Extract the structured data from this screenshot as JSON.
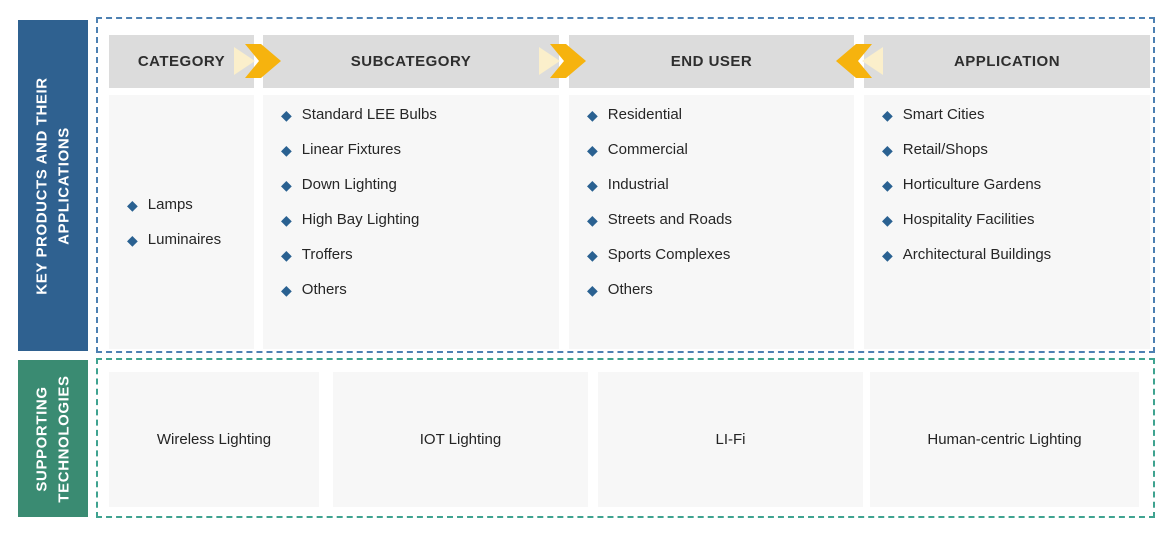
{
  "sections": {
    "key_products": {
      "side_label": "KEY PRODUCTS AND THEIR APPLICATIONS",
      "side_label_lines": [
        "KEY PRODUCTS AND THEIR",
        "APPLICATIONS"
      ],
      "columns": [
        {
          "header": "CATEGORY",
          "items": [
            "Lamps",
            "Luminaires"
          ]
        },
        {
          "header": "SUBCATEGORY",
          "items": [
            "Standard LEE Bulbs",
            "Linear Fixtures",
            "Down Lighting",
            "High Bay Lighting",
            "Troffers",
            "Others"
          ]
        },
        {
          "header": "END USER",
          "items": [
            "Residential",
            "Commercial",
            "Industrial",
            "Streets and Roads",
            "Sports Complexes",
            "Others"
          ]
        },
        {
          "header": "APPLICATION",
          "items": [
            "Smart Cities",
            "Retail/Shops",
            "Horticulture Gardens",
            "Hospitality Facilities",
            "Architectural Buildings"
          ]
        }
      ],
      "arrows": [
        {
          "from": "CATEGORY",
          "to": "SUBCATEGORY",
          "direction": "right"
        },
        {
          "from": "SUBCATEGORY",
          "to": "END USER",
          "direction": "right"
        },
        {
          "from": "APPLICATION",
          "to": "END USER",
          "direction": "left"
        }
      ]
    },
    "supporting_technologies": {
      "side_label": "SUPPORTING TECHNOLOGIES",
      "side_label_lines": [
        "SUPPORTING",
        "TECHNOLOGIES"
      ],
      "items": [
        "Wireless Lighting",
        "IOT Lighting",
        "LI-Fi",
        "Human-centric Lighting"
      ]
    }
  },
  "icons": {
    "diamond_bullet": "◆"
  },
  "colors": {
    "key_products_sidebar": "#2F6190",
    "supporting_sidebar": "#3A8B72",
    "top_dashed_border": "#4D80B2",
    "bottom_dashed_border": "#3FA390",
    "column_header_background": "#DCDCDC",
    "panel_background": "#F7F7F7",
    "bullet": "#2A6191",
    "arrow_gold": "#F6B30E",
    "arrow_pale": "#FBEFCB",
    "text": "#262626"
  }
}
